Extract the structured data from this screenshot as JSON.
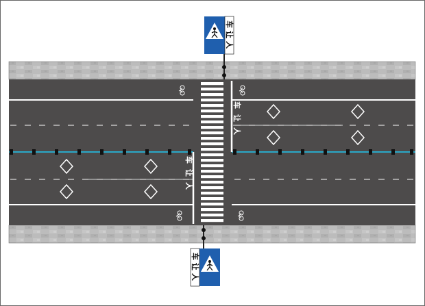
{
  "signs": {
    "top_text": "车让人",
    "bottom_text": "车让人"
  },
  "road_markings": {
    "yield_text_right": "车让人",
    "yield_text_left": "车让人"
  },
  "colors": {
    "asphalt": "#4d4b4b",
    "sidewalk": "#b9b9b9",
    "median_line": "#29a9c9",
    "sign_blue": "#1f5fae",
    "marking_white": "#ffffff"
  },
  "icons": [
    "pedestrian-crossing-sign-icon",
    "bicycle-marking-icon",
    "diamond-marking-icon"
  ]
}
